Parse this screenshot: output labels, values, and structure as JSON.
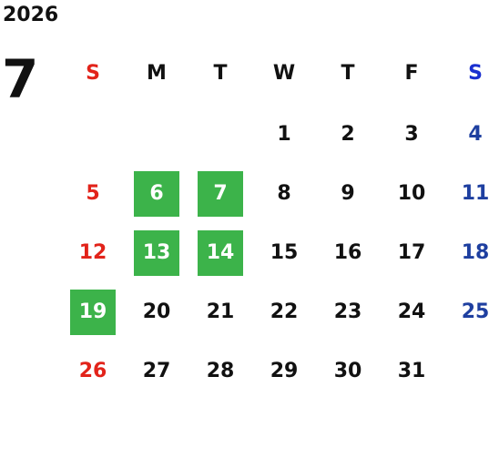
{
  "calendar": {
    "year": "2026",
    "month": "7",
    "weekdays": [
      "S",
      "M",
      "T",
      "W",
      "T",
      "F",
      "S"
    ],
    "colors": {
      "sunday": "#e2231a",
      "saturday_header": "#1a2fd0",
      "saturday": "#1e3fa0",
      "weekday": "#111111",
      "highlight_bg": "#3cb34a",
      "highlight_text": "#ffffff"
    },
    "first_weekday_index": 3,
    "days_in_month": 31,
    "highlighted_days": [
      6,
      7,
      13,
      14,
      19
    ]
  }
}
